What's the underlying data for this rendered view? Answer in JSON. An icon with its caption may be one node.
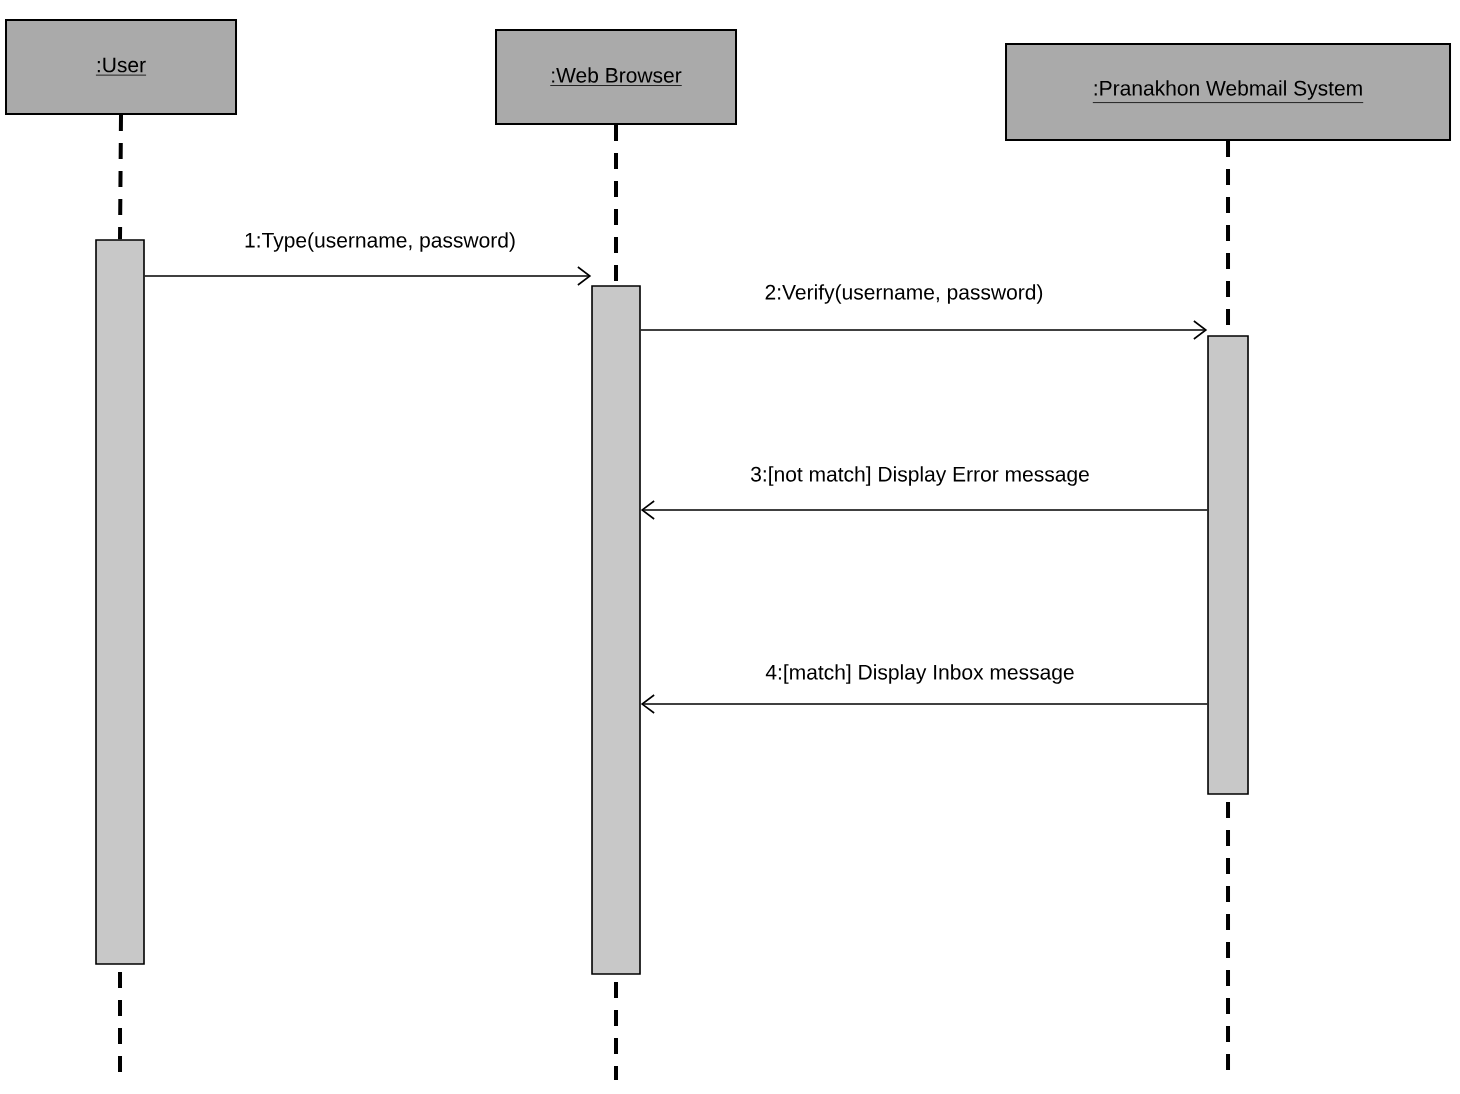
{
  "diagram": {
    "nodes": [
      {
        "text": [
          ":User"
        ]
      },
      {
        "text": [
          ":Web Browser"
        ]
      },
      {
        "text": [
          ":Pranakhon Webmail System"
        ]
      },
      {
        "text": [],
        "shape": "bar"
      },
      {
        "text": [],
        "shape": "bar"
      },
      {
        "text": [],
        "shape": "bar"
      }
    ],
    "edges": [
      {
        "from": 0,
        "to": 3,
        "arrow": "none",
        "style": "dashed"
      },
      {
        "from": 1,
        "to": 4,
        "arrow": "none",
        "style": "dashed"
      },
      {
        "from": 2,
        "to": 5,
        "arrow": "none",
        "style": "dashed"
      },
      {
        "from": 3,
        "to": 4,
        "arrow": "to",
        "label": "1:Type(username, password)"
      },
      {
        "from": 4,
        "to": 5,
        "arrow": "to",
        "label": "2:Verify(username, password)"
      },
      {
        "from": 5,
        "to": 4,
        "arrow": "to",
        "label": "3:[not match] Display Error message"
      },
      {
        "from": 5,
        "to": 4,
        "arrow": "to",
        "label": "4:[match] Display Inbox message"
      }
    ]
  }
}
